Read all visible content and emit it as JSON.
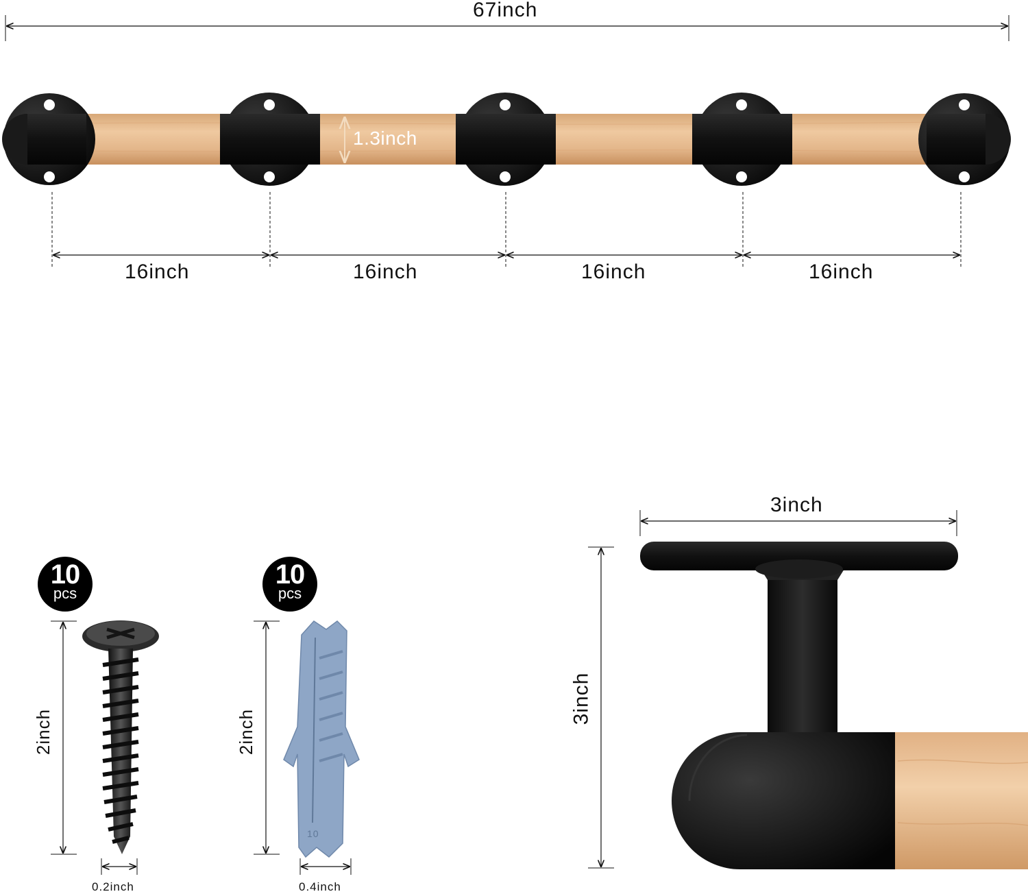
{
  "overall_length": "67inch",
  "rod_diameter": "1.3inch",
  "spacings": [
    "16inch",
    "16inch",
    "16inch",
    "16inch"
  ],
  "bracket_width": "3inch",
  "bracket_height": "3inch",
  "screw": {
    "count": "10",
    "unit": "pcs",
    "length": "2inch",
    "diameter": "0.2inch"
  },
  "anchor": {
    "count": "10",
    "unit": "pcs",
    "length": "2inch",
    "diameter": "0.4inch",
    "marking": "10"
  },
  "colors": {
    "wood": "#e3b88a",
    "metal": "#151515",
    "anchor": "#8ea6c6"
  }
}
